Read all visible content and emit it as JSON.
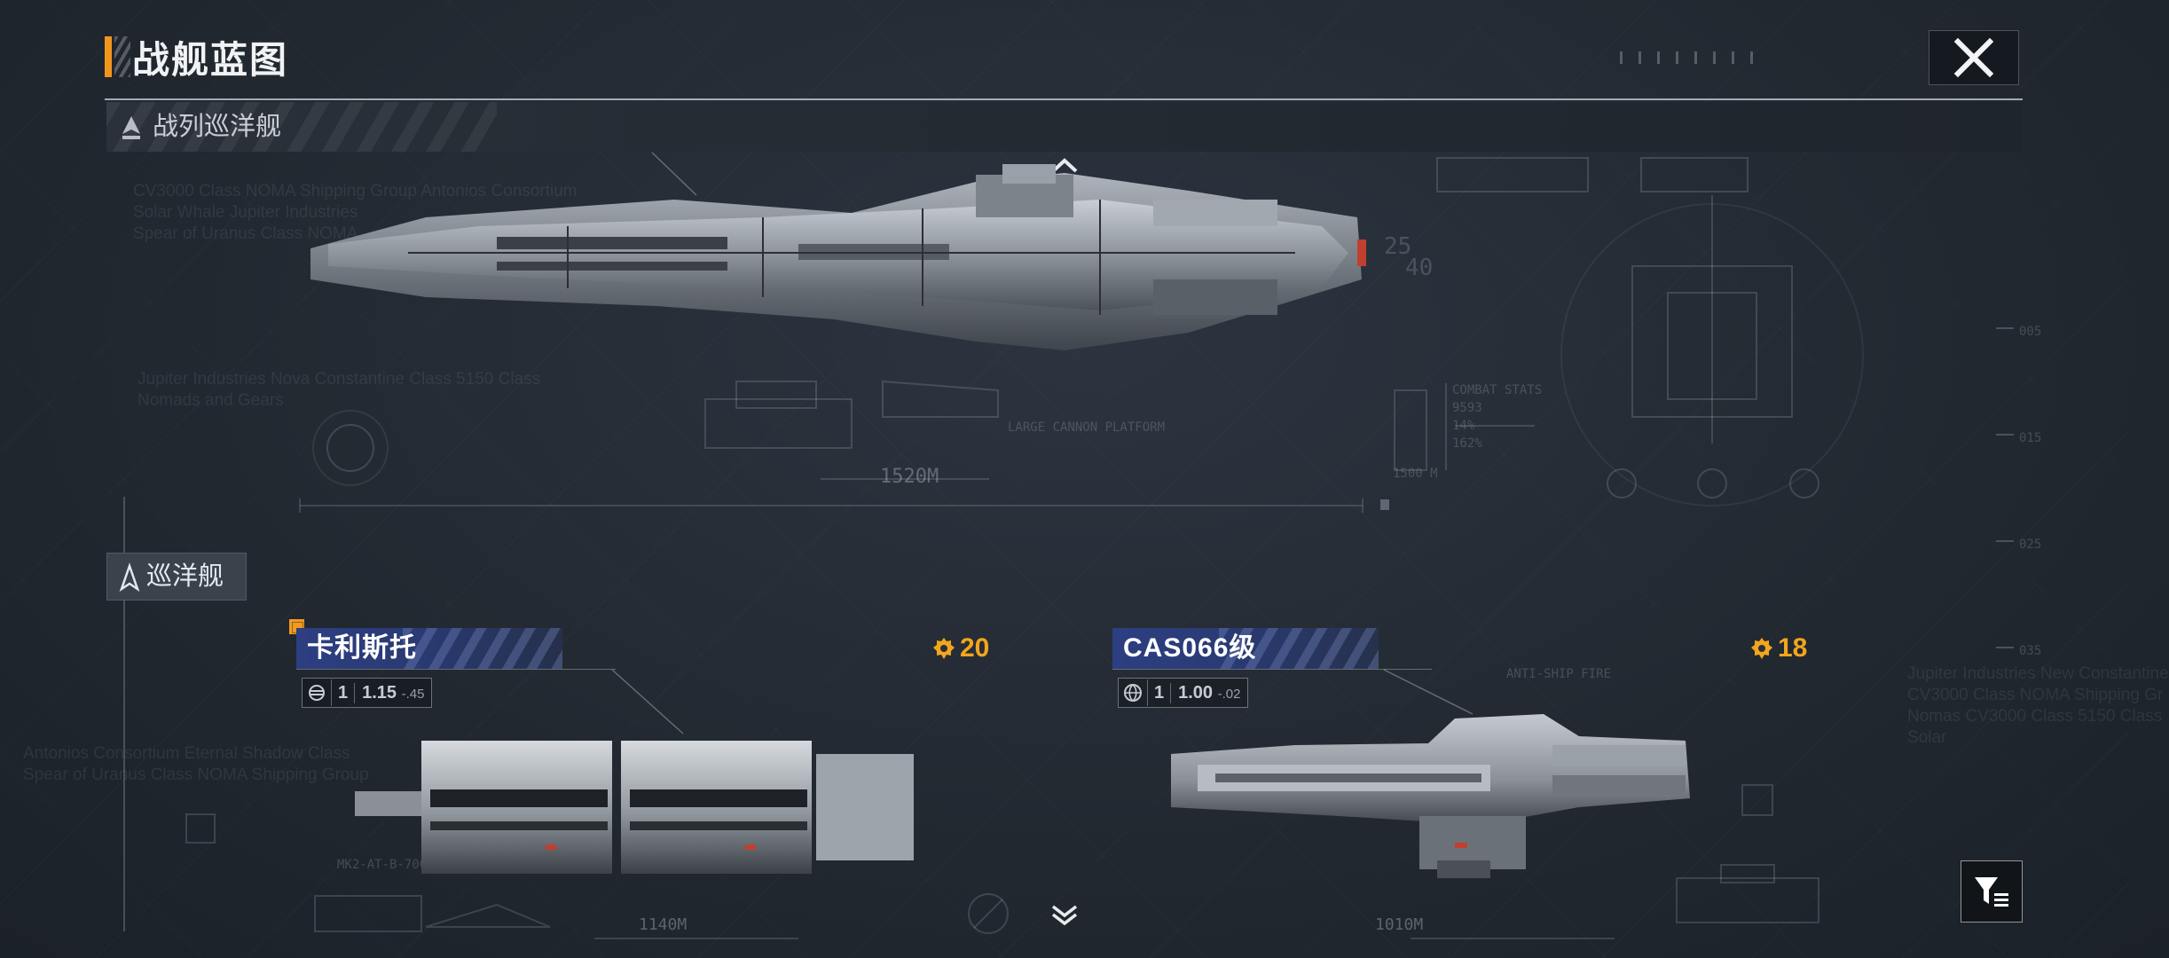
{
  "header": {
    "title": "战舰蓝图"
  },
  "featured_section": {
    "label": "战列巡洋舰",
    "ship_length": "1520M"
  },
  "ghost_text": {
    "block_a": [
      "CV3000 Class NOMA Shipping Group Antonios Consortium",
      "Solar Whale Jupiter Industries",
      "Spear of Uranus Class NOMA"
    ],
    "block_b": [
      "Jupiter Industries  Nova Constantine Class  5150 Class",
      "Nomads and Gears"
    ],
    "block_c": [
      "Antonios Consortium Eternal Shadow Class",
      "Spear of Uranus Class NOMA Shipping Group"
    ],
    "block_d": [
      "Jupiter Industries  New Constantine",
      "CV3000 Class NOMA Shipping Gr",
      "Nomas CV3000 Class 5150 Class",
      "Solar"
    ],
    "combat_stats": [
      "COMBAT STATS",
      "9593",
      "14%",
      "162%"
    ],
    "mk2": "MK2-AT-B-700",
    "anti_ship": "ANTI-SHIP FIRE",
    "large_cannon": "LARGE CANNON PLATFORM",
    "angle": [
      "25",
      "40"
    ],
    "scale_1500": "1500 M",
    "side_marks": [
      "005",
      "015",
      "025",
      "035"
    ]
  },
  "category": {
    "label": "巡洋舰"
  },
  "ships": [
    {
      "name": "卡利斯托",
      "tier": "1",
      "ratio_main": "1.15",
      "ratio_sub": "-.45",
      "cost": "20",
      "length": "1140M",
      "selected": true
    },
    {
      "name": "CAS066级",
      "tier": "1",
      "ratio_main": "1.00",
      "ratio_sub": "-.02",
      "cost": "18",
      "length": "1010M",
      "selected": false
    }
  ],
  "colors": {
    "accent_orange": "#f1951d",
    "cost_gold": "#f2a51e",
    "name_plate_blue": "#2d3f82",
    "background": "#222931"
  },
  "icons": {
    "close": "close-icon",
    "filter": "filter-sort-icon",
    "scroll_up": "chevron-up-icon",
    "scroll_down": "chevron-down-icon",
    "cost": "resource-gear-icon"
  }
}
